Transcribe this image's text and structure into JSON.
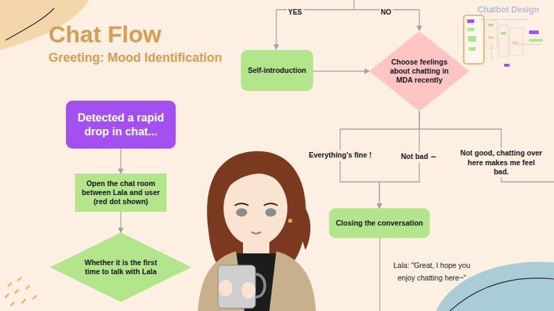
{
  "diagram": {
    "title": "Chat Flow",
    "nodes": [
      {
        "text": [
          "Detected a rapid drop in chat..."
        ]
      },
      {
        "text": [
          "Open the chat room between Lala and user (red dot shown)"
        ]
      },
      {
        "text": [
          "Whether it is the first time to talk with Lala"
        ]
      },
      {
        "text": [
          "Self-introduction"
        ]
      },
      {
        "text": [
          "Choose feelings about chatting in MDA recently"
        ]
      },
      {
        "text": [
          "Closing the conversation"
        ]
      }
    ],
    "edges": [
      {
        "from": 0,
        "to": 1,
        "arrow": "to"
      },
      {
        "from": 1,
        "to": 2,
        "arrow": "to"
      },
      {
        "from": 3,
        "to": 4,
        "arrow": "to"
      },
      {
        "from": 4,
        "to": 5,
        "label": "Everything's fine !",
        "arrow": "to"
      },
      {
        "from": 4,
        "to": 5,
        "label": "Not bad ～",
        "arrow": "to"
      }
    ],
    "labels": [
      "Greeting: Mood Identification",
      "Chatbot Design",
      "YES",
      "NO",
      "Not good, chatting over here makes me feel bad.",
      "Lala: \"Great, I hope you enjoy chatting here~\""
    ]
  }
}
